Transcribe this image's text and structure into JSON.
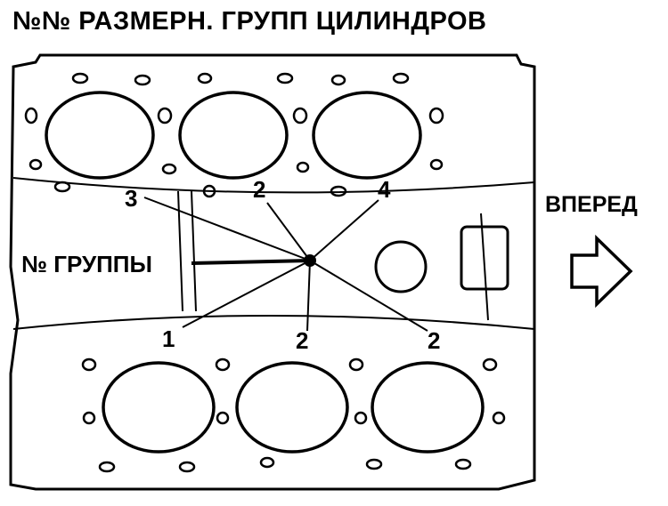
{
  "title": "№№ РАЗМЕРН. ГРУПП ЦИЛИНДРОВ",
  "forward_label": "ВПЕРЕД",
  "group_label": "№ ГРУППЫ",
  "group_numbers": {
    "top": [
      "3",
      "2",
      "4"
    ],
    "bottom": [
      "1",
      "2",
      "2"
    ]
  },
  "icons": {
    "forward_arrow": "arrow-right-outline-icon"
  }
}
